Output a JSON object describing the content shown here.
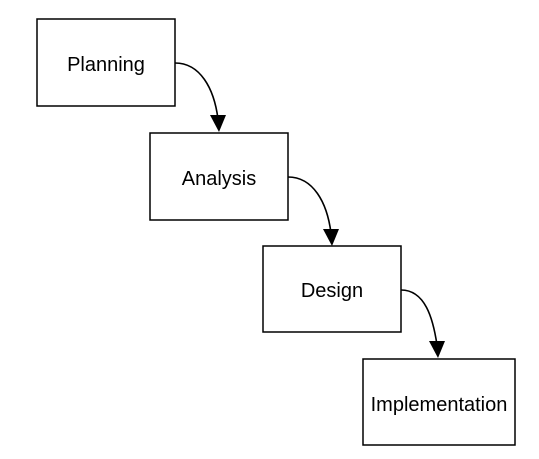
{
  "diagram": {
    "type": "waterfall-flow",
    "nodes": [
      {
        "id": "planning",
        "label": "Planning"
      },
      {
        "id": "analysis",
        "label": "Analysis"
      },
      {
        "id": "design",
        "label": "Design"
      },
      {
        "id": "implementation",
        "label": "Implementation"
      }
    ],
    "edges": [
      {
        "from": "planning",
        "to": "analysis"
      },
      {
        "from": "analysis",
        "to": "design"
      },
      {
        "from": "design",
        "to": "implementation"
      }
    ],
    "colors": {
      "stroke": "#000000",
      "fill": "#ffffff",
      "text": "#000000"
    }
  }
}
